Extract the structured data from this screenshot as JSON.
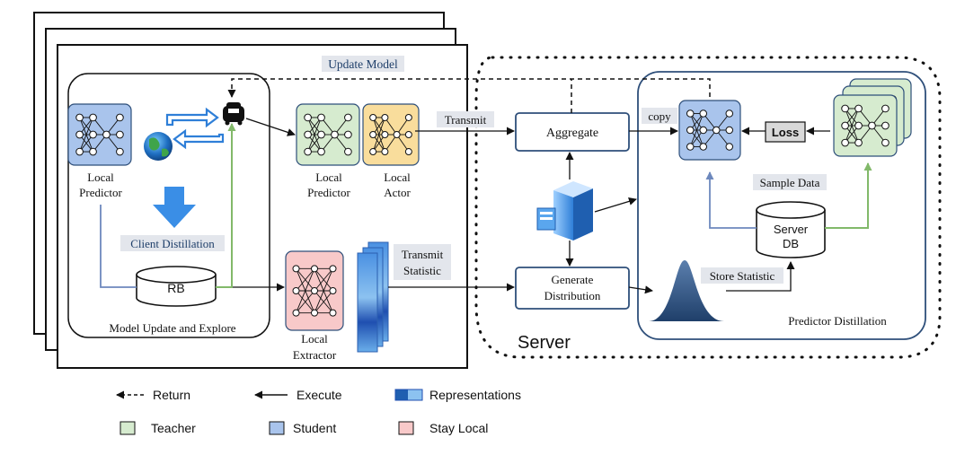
{
  "labels": {
    "update_model": "Update Model",
    "local_predictor_left": [
      "Local",
      "Predictor"
    ],
    "client_distillation": "Client Distillation",
    "rb": "RB",
    "model_update_explore": "Model Update and Explore",
    "local_predictor_mid": [
      "Local",
      "Predictor"
    ],
    "local_actor": [
      "Local",
      "Actor"
    ],
    "transmit": "Transmit",
    "transmit_statistic": [
      "Transmit",
      "Statistic"
    ],
    "local_extractor": [
      "Local",
      "Extractor"
    ],
    "aggregate": "Aggregate",
    "generate_distribution": [
      "Generate",
      "Distribution"
    ],
    "server": "Server",
    "copy": "copy",
    "loss": "Loss",
    "sample_data": "Sample Data",
    "server_db": [
      "Server",
      "DB"
    ],
    "store_statistic": "Store Statistic",
    "predictor_distillation": "Predictor Distillation"
  },
  "legend": {
    "return": "Return",
    "execute": "Execute",
    "representations": "Representations",
    "teacher": "Teacher",
    "student": "Student",
    "stay_local": "Stay Local"
  },
  "colors": {
    "student_fill": "#a9c4ec",
    "teacher_fill": "#d6ebcf",
    "stay_local_fill": "#f8c9c9",
    "actor_fill": "#f9dd9c",
    "blue_arrow": "#3a8ee6",
    "green_line": "#82b96a",
    "steel_line": "#6d88bd",
    "navy_box": "#2e4f7a"
  },
  "icons": [
    "car-icon",
    "globe-icon",
    "server-tower-icon",
    "down-arrow-icon",
    "gaussian-curve-icon"
  ]
}
